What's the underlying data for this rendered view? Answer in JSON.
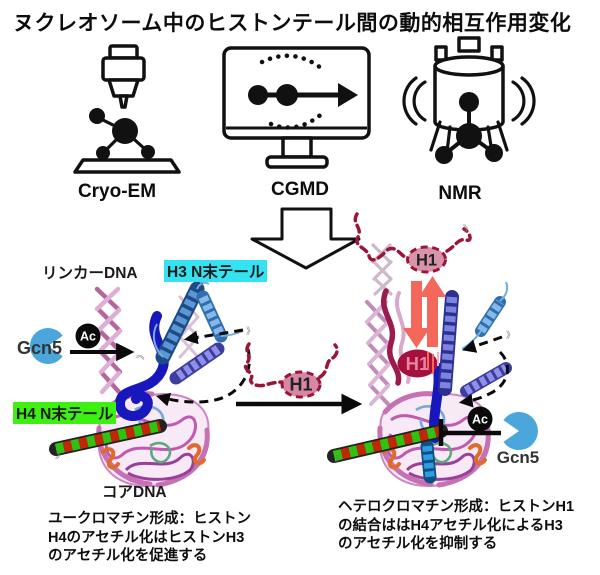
{
  "title": "ヌクレオソーム中のヒストンテール間の動的相互作用変化",
  "methods": {
    "cryoem": {
      "label": "Cryo-EM",
      "icon": "electron-microscope-icon"
    },
    "cgmd": {
      "label": "CGMD",
      "icon": "monitor-simulation-icon"
    },
    "nmr": {
      "label": "NMR",
      "icon": "nmr-spectrometer-icon"
    }
  },
  "labels": {
    "linker_dna": "リンカーDNA",
    "h3_tail": "H3 N末テール",
    "h4_tail": "H4 N末テール",
    "core_dna": "コアDNA",
    "gcn5": "Gcn5",
    "ac": "Ac",
    "h1": "H1",
    "motion_mark": "》"
  },
  "captions": {
    "left": [
      "ユークロマチン形成：ヒストン",
      "H4のアセチル化はヒストンH3",
      "のアセチル化を促進する"
    ],
    "right": [
      "ヘテロクロマチン形成：ヒストンH1",
      "の結合ははH4アセチル化によるH3",
      "のアセチル化を抑制する"
    ]
  },
  "colors": {
    "h3_highlight": "#35e2f2",
    "h4_highlight": "#3df011",
    "gcn5_blue": "#4ba6dc",
    "h1_free_fill": "#d893ad",
    "h1_border": "#9c1538",
    "h1_bound_fill": "#a5113c",
    "binding_arrow_salmon": "#f3685a",
    "dna_pink": "#cf8ec2",
    "linker_maroon": "#9b1b4d",
    "h3_coil_blue": "#5b97d5",
    "h4_tail_green": "#2ec211",
    "h4_tail_red": "#c22508",
    "core_tube_navy": "#1717bd"
  }
}
